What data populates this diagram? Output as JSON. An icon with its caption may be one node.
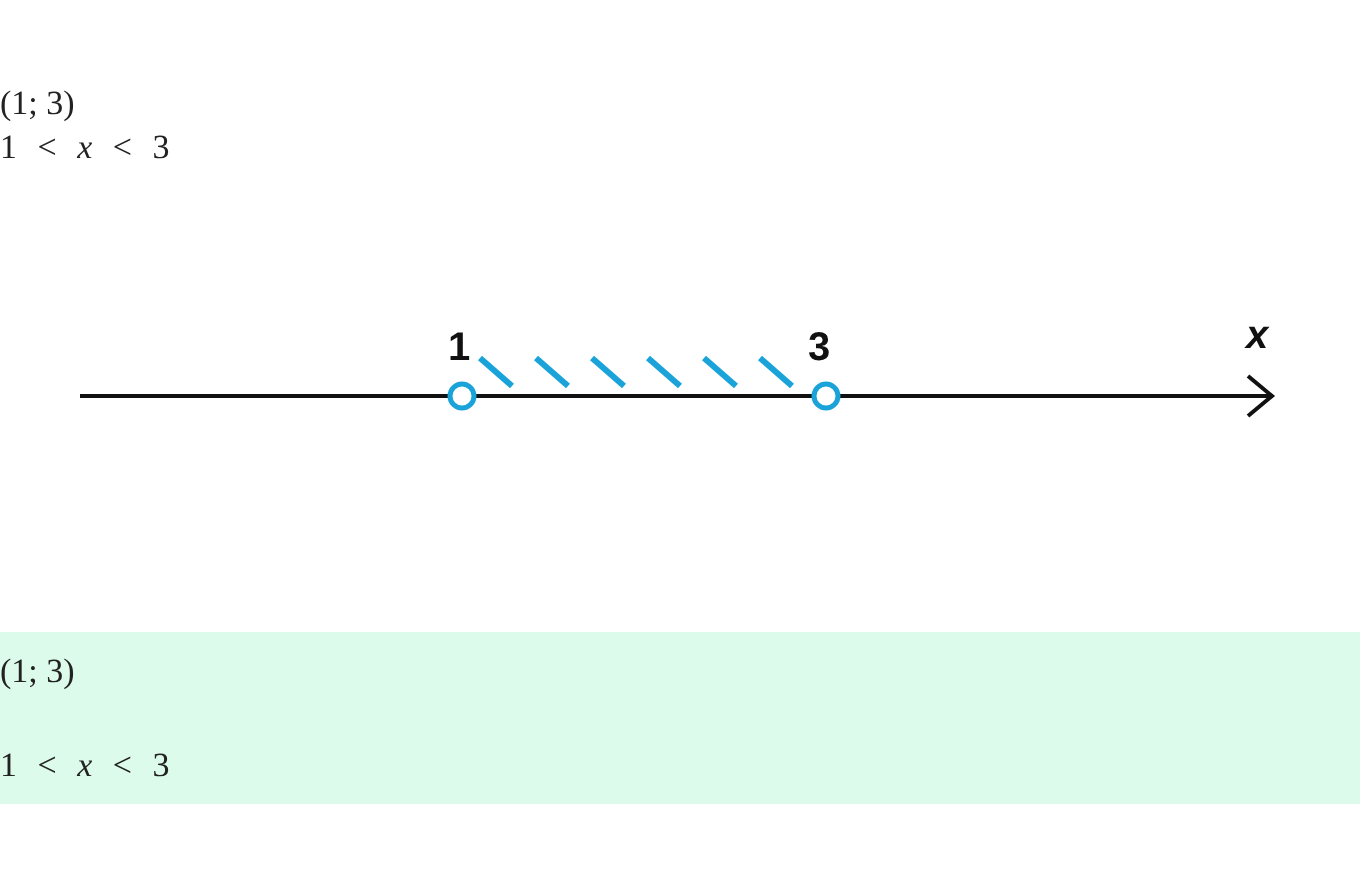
{
  "diagram": {
    "labels": [
      "(1; 3)",
      "1 < *x* < 3",
      "1",
      "3",
      "x",
      "(1; 3)",
      "1 < *x* < 3"
    ]
  }
}
